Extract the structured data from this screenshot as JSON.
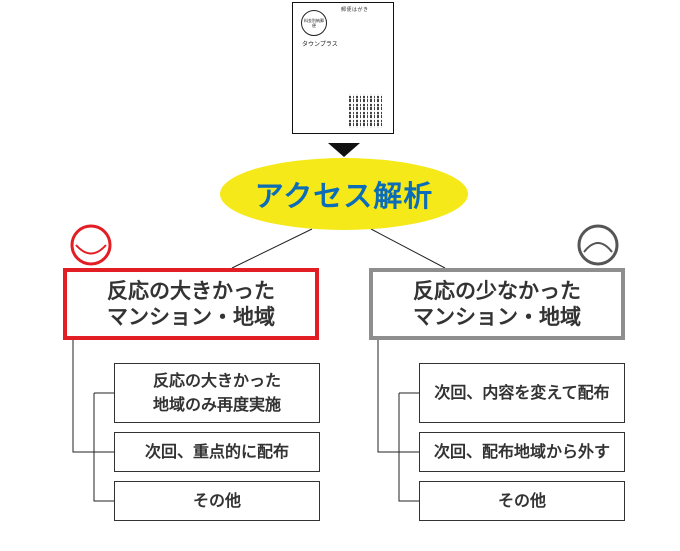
{
  "postcard": {
    "postage_label": "料金別納郵便",
    "sender": "タウンプラス",
    "header_tiny": "郵便はがき"
  },
  "center": {
    "label": "アクセス解析",
    "ellipse_color": "#f5e91a",
    "text_color": "#0b6cb7"
  },
  "left": {
    "title_line1": "反応の大きかった",
    "title_line2": "マンション・地域",
    "border_color": "#e21e24",
    "face": "smile-icon",
    "actions": [
      {
        "line1": "反応の大きかった",
        "line2": "地域のみ再度実施"
      },
      {
        "line1": "次回、重点的に配布"
      },
      {
        "line1": "その他"
      }
    ]
  },
  "right": {
    "title_line1": "反応の少なかった",
    "title_line2": "マンション・地域",
    "border_color": "#8e8e8e",
    "face": "frown-icon",
    "actions": [
      {
        "line1": "次回、内容を変えて配布"
      },
      {
        "line1": "次回、配布地域から外す"
      },
      {
        "line1": "その他"
      }
    ]
  }
}
